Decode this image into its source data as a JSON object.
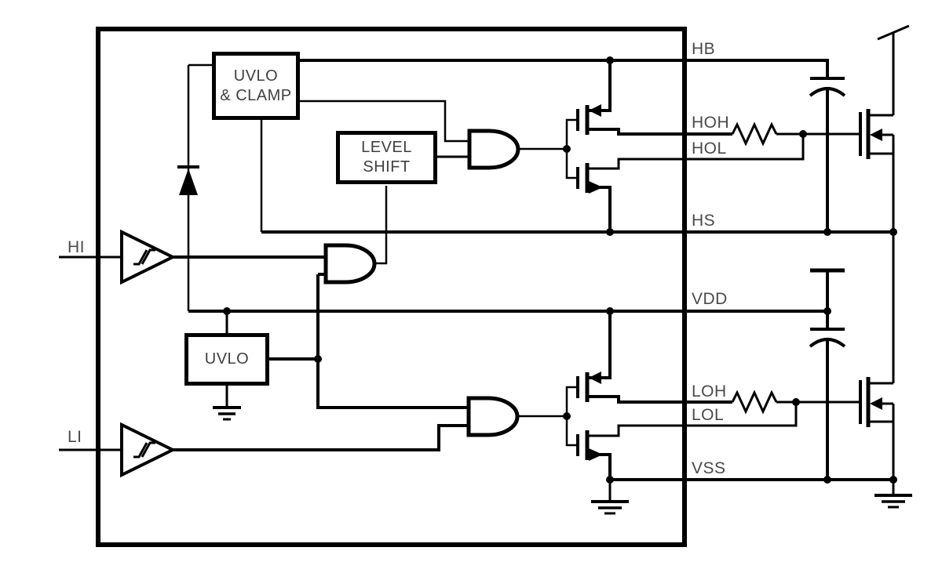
{
  "figure": {
    "type": "circuit-block-diagram",
    "colors": {
      "background": "#ffffff",
      "line": "#000000",
      "text": "#4a4a4a"
    },
    "inputs": {
      "hi": "HI",
      "li": "LI"
    },
    "pins": {
      "hb": "HB",
      "hoh": "HOH",
      "hol": "HOL",
      "hs": "HS",
      "vdd": "VDD",
      "loh": "LOH",
      "lol": "LOL",
      "vss": "VSS"
    },
    "blocks": {
      "uvlo_clamp": {
        "line1": "UVLO",
        "line2": "& CLAMP"
      },
      "level_shift": {
        "line1": "LEVEL",
        "line2": "SHIFT"
      },
      "uvlo": {
        "line1": "UVLO"
      }
    }
  }
}
